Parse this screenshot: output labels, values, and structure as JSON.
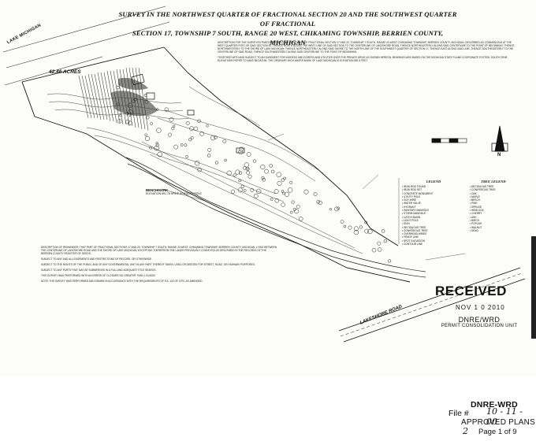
{
  "survey": {
    "title_line1": "SURVEY IN THE NORTHWEST QUARTER OF FRACTIONAL SECTION 20 AND THE SOUTHWEST QUARTER OF FRACTIONAL",
    "title_line2": "SECTION 17, TOWNSHIP 7 SOUTH, RANGE 20 WEST, CHIKAMING TOWNSHIP, BERRIEN COUNTY, MICHIGAN",
    "lake_label": "LAKE MICHIGAN",
    "acreage": "42.46 ACRES",
    "road_label": "LAKESHORE ROAD",
    "benchmark_title": "BENCHMARK",
    "benchmark_text": "ELEVATION 591.78 SPIKE IN UTILITY POLE",
    "legend_title": "LEGEND",
    "legend_items": [
      "IRON ROD FOUND",
      "IRON ROD SET",
      "CONCRETE MONUMENT",
      "UTILITY POLE",
      "GUY WIRE",
      "WATER VALVE",
      "HYDRANT",
      "SANITARY MANHOLE",
      "STORM MANHOLE",
      "CATCH BASIN",
      "LIGHT POLE",
      "SIGN",
      "DECIDUOUS TREE",
      "CONIFEROUS TREE",
      "OVERHEAD WIRES",
      "FENCE LINE",
      "SPOT ELEVATION",
      "CONTOUR LINE"
    ],
    "tree_legend_title": "TREE LEGEND",
    "tree_legend_items": [
      "DECIDUOUS TREE",
      "CONIFEROUS TREE",
      "OAK",
      "MAPLE",
      "BEECH",
      "PINE",
      "SPRUCE",
      "HEMLOCK",
      "CHERRY",
      "ASH",
      "BIRCH",
      "POPLAR",
      "WALNUT",
      "DEAD"
    ],
    "notes_top": "DESCRIPTION FOR THE SURVEYED PARCEL PER RECORD: THAT PART OF FRACTIONAL SECTION 17 AND 20, TOWNSHIP 7 SOUTH, RANGE 20 WEST, CHIKAMING TOWNSHIP, BERRIEN COUNTY, MICHIGAN, DESCRIBED AS COMMENCING AT THE WEST QUARTER POST OF SAID SECTION 20; THENCE NORTH ALONG THE WEST LINE OF SAID SECTION TO THE CENTERLINE OF LAKESHORE ROAD; THENCE NORTHEASTERLY ALONG SAID CENTERLINE TO THE POINT OF BEGINNING; THENCE NORTHWESTERLY TO THE SHORE OF LAKE MICHIGAN; THENCE NORTHEASTERLY ALONG SAID SHORE TO THE NORTH LINE OF THE SOUTHWEST QUARTER OF SECTION 17; THENCE EAST ALONG SAID LINE; THENCE SOUTHEASTERLY TO THE CENTERLINE OF SAID ROAD; THENCE SOUTHWESTERLY ALONG SAID CENTERLINE TO THE POINT OF BEGINNING.",
    "notes_top2": "TOGETHER WITH AND SUBJECT TO AN EASEMENT FOR INGRESS AND EGRESS AND UTILITIES OVER THE PRIVATE DRIVE AS SHOWN HEREON. BEARINGS ARE BASED ON THE MICHIGAN STATE PLANE COORDINATE SYSTEM, SOUTH ZONE. ELEVATIONS REFER TO NAVD 88 DATUM. THE ORDINARY HIGH WATER MARK OF LAKE MICHIGAN IS ELEVATION 581.5 FEET.",
    "notes_bottom1": "DESCRIPTION OF REMAINDER: THAT PART OF FRACTIONAL SECTIONS 17 AND 20, TOWNSHIP 7 SOUTH, RANGE 20 WEST, CHIKAMING TOWNSHIP, BERRIEN COUNTY, MICHIGAN, LYING BETWEEN THE CENTERLINE OF LAKESHORE ROAD AND THE SHORE OF LAKE MICHIGAN, EXCEPTING THEREFROM THE LANDS PREVIOUSLY CONVEYED AS DESCRIBED IN THE RECORDS OF THE BERRIEN COUNTY REGISTER OF DEEDS.",
    "notes_bottom2": "SUBJECT TO ANY AND ALL EASEMENTS AND RESTRICTIONS OF RECORD, OR OTHERWISE.",
    "notes_bottom3": "SUBJECT TO THE RIGHTS OF THE PUBLIC AND OF ANY GOVERNMENTAL UNIT IN ANY PART THEREOF TAKEN, USED OR DEEDED FOR STREET, ROAD, OR HIGHWAY PURPOSES.",
    "notes_bottom4": "SUBJECT TO ANY PARTS THAT MAY BE SUBMERGED IN A FULL AND ADEQUATE TITLE SEARCH.",
    "notes_bottom5": "THIS SURVEY WAS PERFORMED WITH AN ERROR OF CLOSURE NO GREATER THAN 1 IN 5000.",
    "notes_bottom6": "NOTE: THE SURVEY WAS PERFORMED AND DRAWN IN ACCORDANCE WITH THE REQUIREMENTS OF P.A. 132 OF 1970, AS AMENDED.",
    "received": {
      "label": "RECEIVED",
      "date": "NOV 1 0 2010",
      "org": "DNRE/WRD",
      "unit": "PERMIT CONSOLIDATION UNIT"
    },
    "stamp": {
      "org": "DNRE-WRD",
      "file_label": "File #",
      "file_value": "10 - 11 - 00",
      "approved": "APPROVED PLANS",
      "page_label": "Page 1 of 9",
      "page_prefix": "2"
    },
    "north_label": "N"
  }
}
